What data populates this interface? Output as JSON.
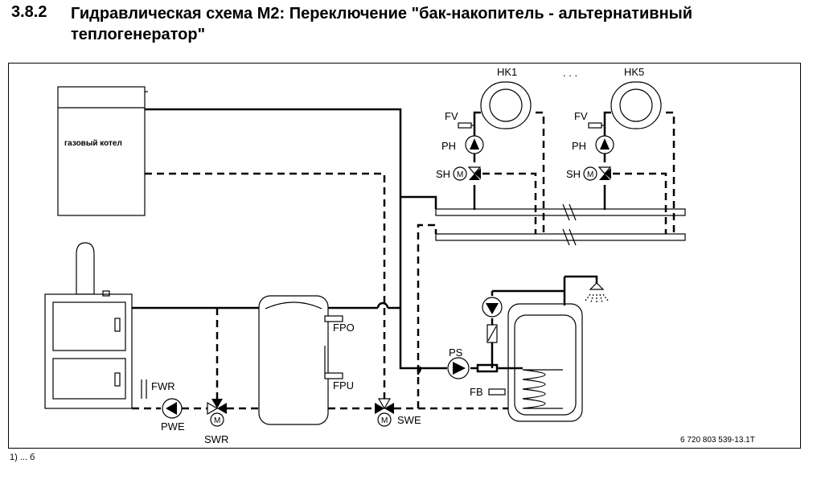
{
  "section": {
    "number": "3.8.2",
    "title": "Гидравлическая схема М2: Переключение \"бак-накопитель - альтернативный теплогенератор\""
  },
  "diagram": {
    "boiler_label": "газовый котел",
    "circuits": [
      {
        "name": "HK1",
        "fv": "FV",
        "ph": "PH",
        "sh": "SH"
      },
      {
        "name": "HK5",
        "fv": "FV",
        "ph": "PH",
        "sh": "SH"
      }
    ],
    "ellipsis": ". . .",
    "sensors": {
      "fpo": "FPO",
      "fpu": "FPU",
      "fwr": "FWR",
      "fb": "FB"
    },
    "pumps": {
      "pwe": "PWE",
      "ps": "PS"
    },
    "valves": {
      "swr": "SWR",
      "swe": "SWE"
    },
    "motor_symbol": "M",
    "drawing_id": "6 720 803 539-13.1T"
  },
  "footnote": "1) ... б"
}
